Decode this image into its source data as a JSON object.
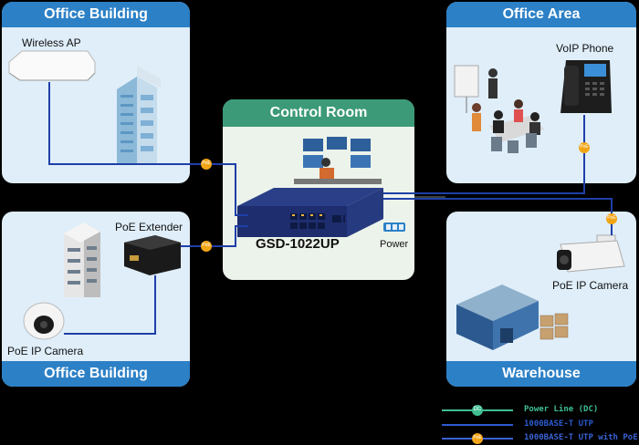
{
  "panels": {
    "office_building_top": {
      "title": "Office Building",
      "device_label": "Wireless AP"
    },
    "office_area": {
      "title": "Office Area",
      "device_label": "VoIP Phone"
    },
    "office_building_bottom": {
      "title": "Office Building",
      "extender_label": "PoE Extender",
      "camera_label": "PoE IP Camera"
    },
    "warehouse": {
      "title": "Warehouse",
      "camera_label": "PoE IP Camera"
    },
    "control_room": {
      "title": "Control Room",
      "model": "GSD-1022UP",
      "power_label": "Power"
    }
  },
  "node_badges": {
    "poe_badge": "PoE",
    "dc_badge": "DC"
  },
  "legend": {
    "items": [
      {
        "label": "Power Line (DC)",
        "color": "#3fbf91"
      },
      {
        "label": "1000BASE-T UTP",
        "color": "#2c5bd0"
      },
      {
        "label": "1000BASE-T UTP with PoE",
        "color": "#3a62d4"
      }
    ]
  },
  "colors": {
    "panel_blue": "#2c80c6",
    "panel_green": "#3c9a78",
    "cable": "#1f3fa8",
    "poe_node": "#f2a516"
  }
}
